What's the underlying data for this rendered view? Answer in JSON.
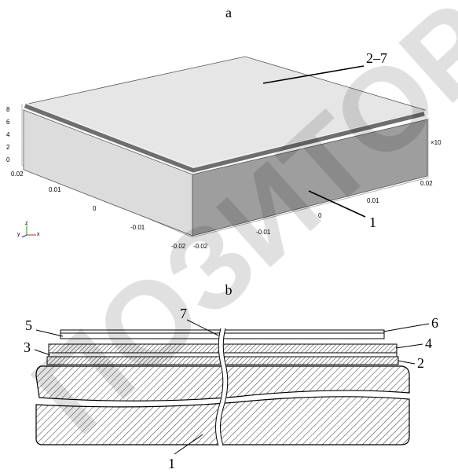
{
  "panel_a": {
    "label": "a",
    "callouts": {
      "top": "2–7",
      "side": "1"
    },
    "z_ticks": [
      "8",
      "6",
      "4",
      "2",
      "0"
    ],
    "x_ticks": [
      "0.02",
      "0.01",
      "0",
      "-0.01",
      "-0.02"
    ],
    "y_ticks": [
      "-0.02",
      "-0.01",
      "0",
      "0.01",
      "0.02"
    ],
    "scale_factor": "×10",
    "triad": {
      "y": "y",
      "z": "z",
      "x": "x"
    }
  },
  "panel_b": {
    "label": "b",
    "layer_numbers": {
      "l1": "1",
      "l2": "2",
      "l3": "3",
      "l4": "4",
      "l5": "5",
      "l6": "6",
      "l7": "7"
    }
  },
  "watermark": {
    "text": "ПОЗИТОРИ",
    "color": "#000000"
  },
  "colors": {
    "top_face": "#e6e6e6",
    "left_face": "#dcdcdc",
    "front_face": "#9e9e9e"
  }
}
